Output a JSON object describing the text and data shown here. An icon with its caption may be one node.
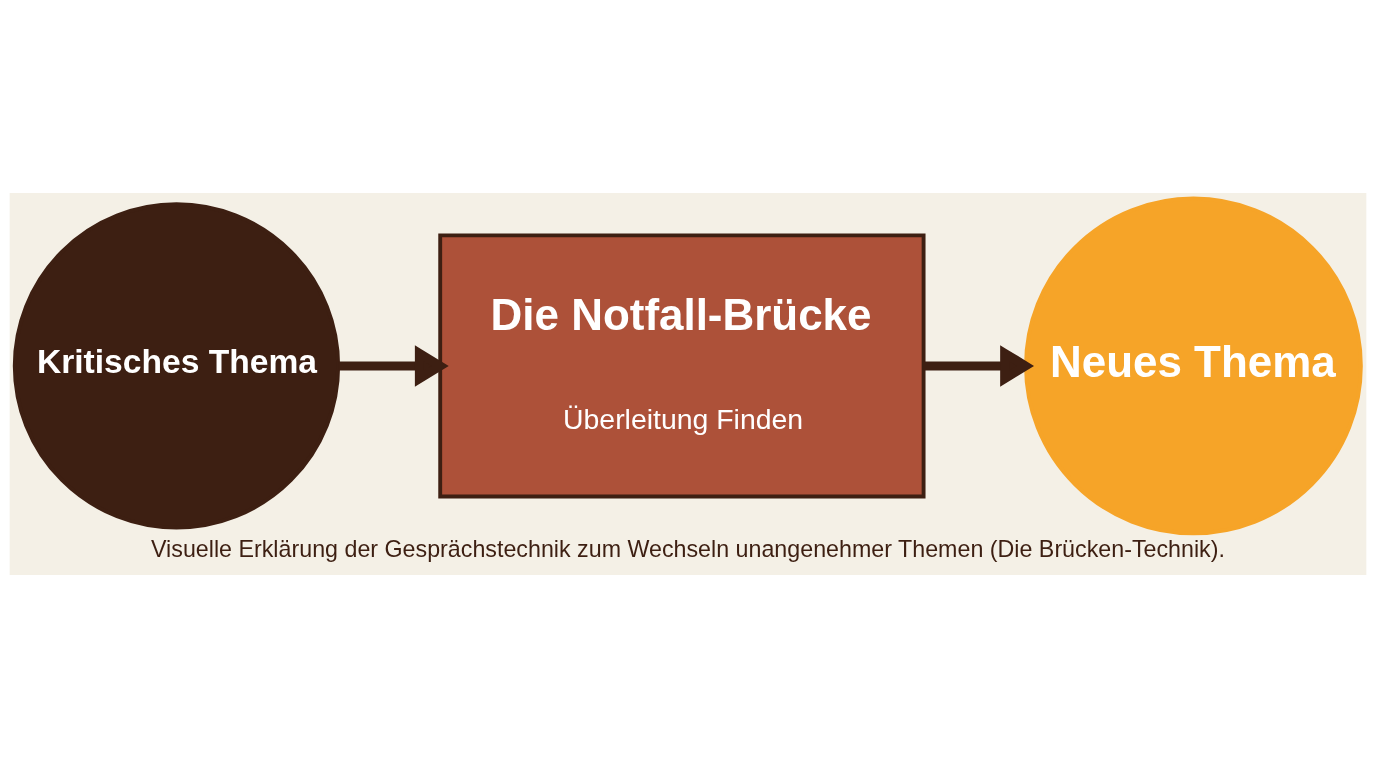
{
  "diagram": {
    "caption": "Visuelle Erklärung der Gesprächstechnik zum Wechseln unangenehmer Themen (Die Brücken-Technik).",
    "nodes": [
      {
        "text": [
          "Kritisches Thema"
        ]
      },
      {
        "text": [
          "Die Notfall-Brücke",
          "Überleitung Finden"
        ]
      },
      {
        "text": [
          "Neues Thema"
        ]
      }
    ],
    "edges": [
      {
        "from": 0,
        "to": 1,
        "arrow": "to"
      },
      {
        "from": 1,
        "to": 2,
        "arrow": "to"
      }
    ]
  }
}
